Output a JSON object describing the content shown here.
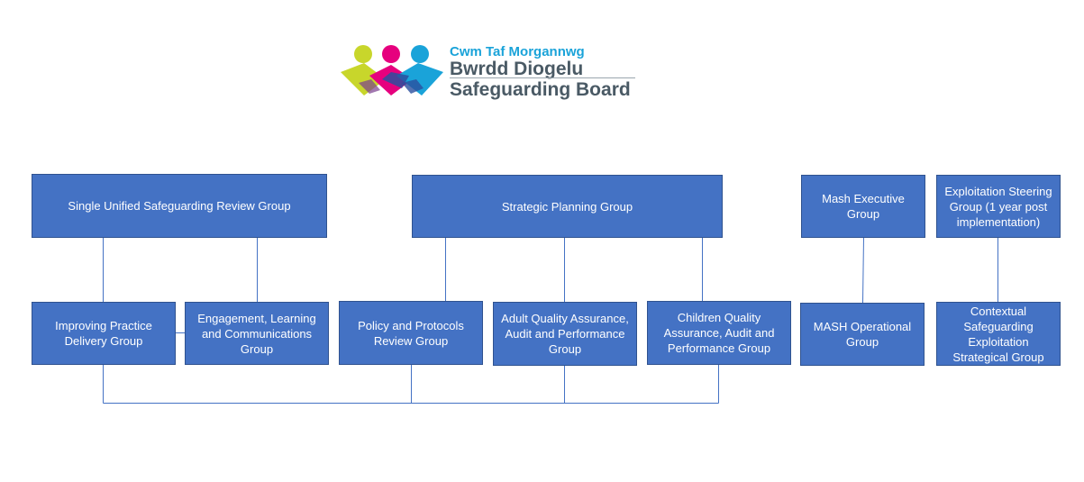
{
  "logo": {
    "line1": "Cwm Taf Morgannwg",
    "line2": "Bwrdd Diogelu",
    "line3": "Safeguarding Board",
    "colors": [
      "#c8d62b",
      "#e6007e",
      "#1aa3d9",
      "#2b4f9e",
      "#4a5a65"
    ]
  },
  "top_groups": {
    "susr": "Single Unified Safeguarding Review Group",
    "spg": "Strategic Planning Group",
    "mash_exec": "Mash Executive Group",
    "exploitation_steering": "Exploitation Steering Group (1 year post implementation)"
  },
  "sub_groups": {
    "improving_practice": "Improving Practice Delivery Group",
    "engagement": "Engagement, Learning and Communications Group",
    "policy": "Policy and Protocols Review Group",
    "adult_quality": "Adult Quality Assurance, Audit and Performance Group",
    "children_quality": "Children Quality Assurance, Audit and Performance Group",
    "mash_operational": "MASH Operational Group",
    "contextual": "Contextual Safeguarding Exploitation Strategical Group"
  },
  "colors": {
    "box_fill": "#4472c4",
    "box_border": "#2f528f",
    "text": "#ffffff"
  }
}
